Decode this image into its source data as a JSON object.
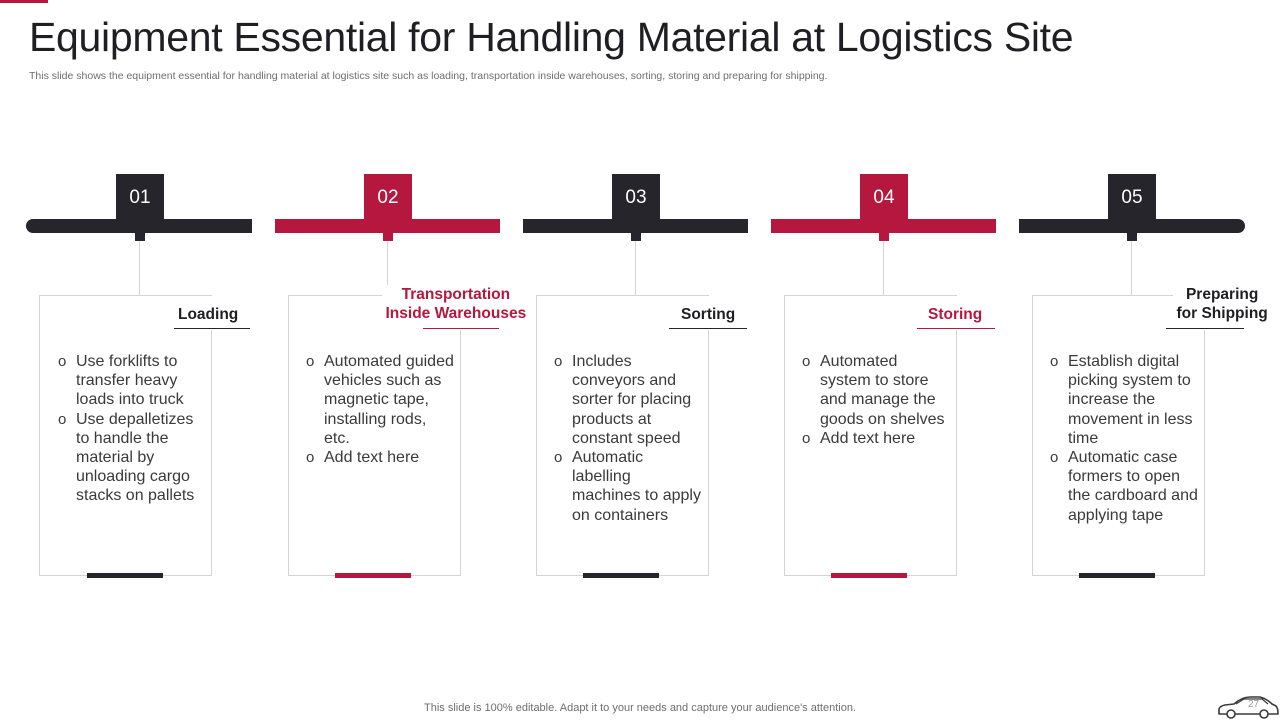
{
  "slide": {
    "title": "Equipment Essential for Handling Material at Logistics Site",
    "subtitle": "This slide shows the equipment essential for handling material at logistics site such as loading, transportation inside warehouses, sorting, storing and preparing for shipping.",
    "footer": "This slide is 100% editable. Adapt it to your needs and capture your audience's attention.",
    "page_number": "27"
  },
  "colors": {
    "dark": "#25252b",
    "accent": "#b5173f",
    "line": "#d4d4d4"
  },
  "icons": {
    "footer_logo": "car-outline-icon",
    "bullet": "circle-bullet-icon"
  },
  "steps": [
    {
      "number": "01",
      "heading": "Loading",
      "bullets": [
        "Use forklifts to transfer heavy loads into truck",
        "Use depalletizes to handle the material by unloading cargo stacks on pallets"
      ]
    },
    {
      "number": "02",
      "heading_line1": "Transportation",
      "heading_line2": "Inside Warehouses",
      "bullets": [
        "Automated guided vehicles such as magnetic tape, installing rods, etc.",
        "Add text here"
      ]
    },
    {
      "number": "03",
      "heading": "Sorting",
      "bullets": [
        "Includes conveyors and sorter for placing products at constant speed",
        "Automatic labelling machines to apply on containers"
      ]
    },
    {
      "number": "04",
      "heading": "Storing",
      "bullets": [
        "Automated system to store and manage the goods on shelves",
        "Add text here"
      ]
    },
    {
      "number": "05",
      "heading_line1": "Preparing",
      "heading_line2": "for Shipping",
      "bullets": [
        "Establish digital picking system to increase the movement in less time",
        "Automatic case formers to open the cardboard and applying tape"
      ]
    }
  ]
}
